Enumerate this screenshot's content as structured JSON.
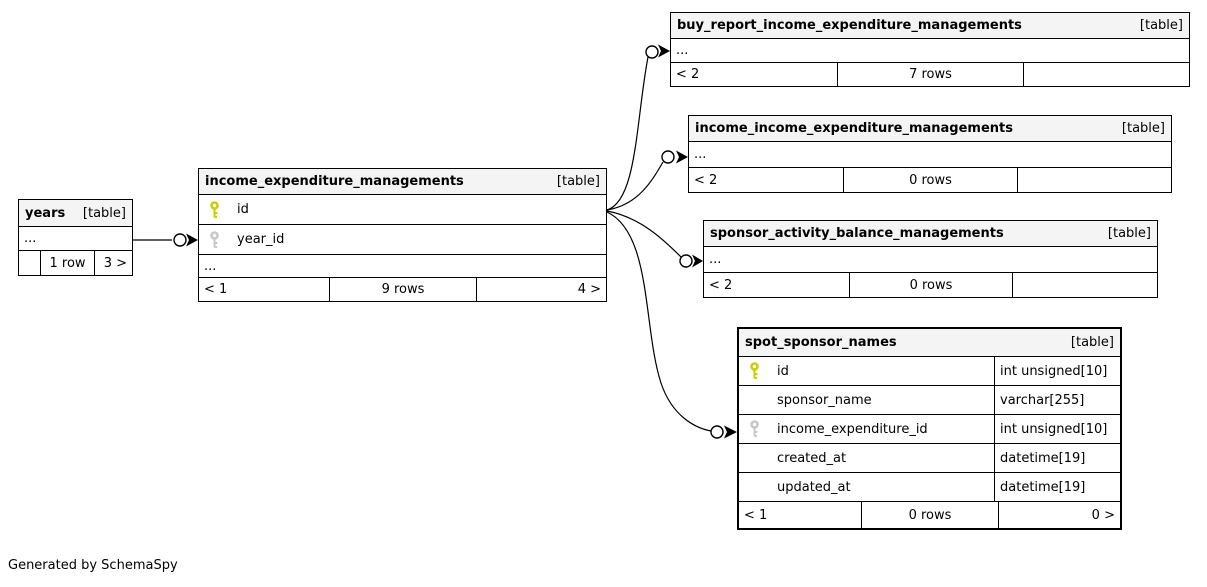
{
  "page": {
    "credit": "Generated by SchemaSpy"
  },
  "colors": {
    "border": "#000000",
    "header_bg": "#f4f4f4",
    "primary_key": "#cccc00",
    "foreign_key": "#c8c8c8"
  },
  "tables": {
    "years": {
      "name": "years",
      "tag": "[table]",
      "ellipsis": "...",
      "footer": {
        "left": "",
        "center": "1 row",
        "right": "3 >"
      }
    },
    "income_expenditure_managements": {
      "name": "income_expenditure_managements",
      "tag": "[table]",
      "columns": [
        {
          "name": "id",
          "key": "primary"
        },
        {
          "name": "year_id",
          "key": "foreign"
        }
      ],
      "ellipsis": "...",
      "footer": {
        "left": "< 1",
        "center": "9 rows",
        "right": "4 >"
      }
    },
    "buy_report": {
      "name": "buy_report_income_expenditure_managements",
      "tag": "[table]",
      "ellipsis": "...",
      "footer": {
        "left": "< 2",
        "center": "7 rows",
        "right": ""
      }
    },
    "income_income": {
      "name": "income_income_expenditure_managements",
      "tag": "[table]",
      "ellipsis": "...",
      "footer": {
        "left": "< 2",
        "center": "0 rows",
        "right": ""
      }
    },
    "sponsor_activity": {
      "name": "sponsor_activity_balance_managements",
      "tag": "[table]",
      "ellipsis": "...",
      "footer": {
        "left": "< 2",
        "center": "0 rows",
        "right": ""
      }
    },
    "spot_sponsor_names": {
      "name": "spot_sponsor_names",
      "tag": "[table]",
      "columns": [
        {
          "name": "id",
          "type": "int unsigned[10]",
          "key": "primary"
        },
        {
          "name": "sponsor_name",
          "type": "varchar[255]",
          "key": ""
        },
        {
          "name": "income_expenditure_id",
          "type": "int unsigned[10]",
          "key": "foreign"
        },
        {
          "name": "created_at",
          "type": "datetime[19]",
          "key": ""
        },
        {
          "name": "updated_at",
          "type": "datetime[19]",
          "key": ""
        }
      ],
      "footer": {
        "left": "< 1",
        "center": "0 rows",
        "right": "0 >"
      }
    }
  },
  "relationships": [
    {
      "from": "years",
      "to": "income_expenditure_managements.year_id"
    },
    {
      "from": "income_expenditure_managements.id",
      "to": "buy_report_income_expenditure_managements"
    },
    {
      "from": "income_expenditure_managements.id",
      "to": "income_income_expenditure_managements"
    },
    {
      "from": "income_expenditure_managements.id",
      "to": "sponsor_activity_balance_managements"
    },
    {
      "from": "income_expenditure_managements.id",
      "to": "spot_sponsor_names.income_expenditure_id"
    }
  ]
}
